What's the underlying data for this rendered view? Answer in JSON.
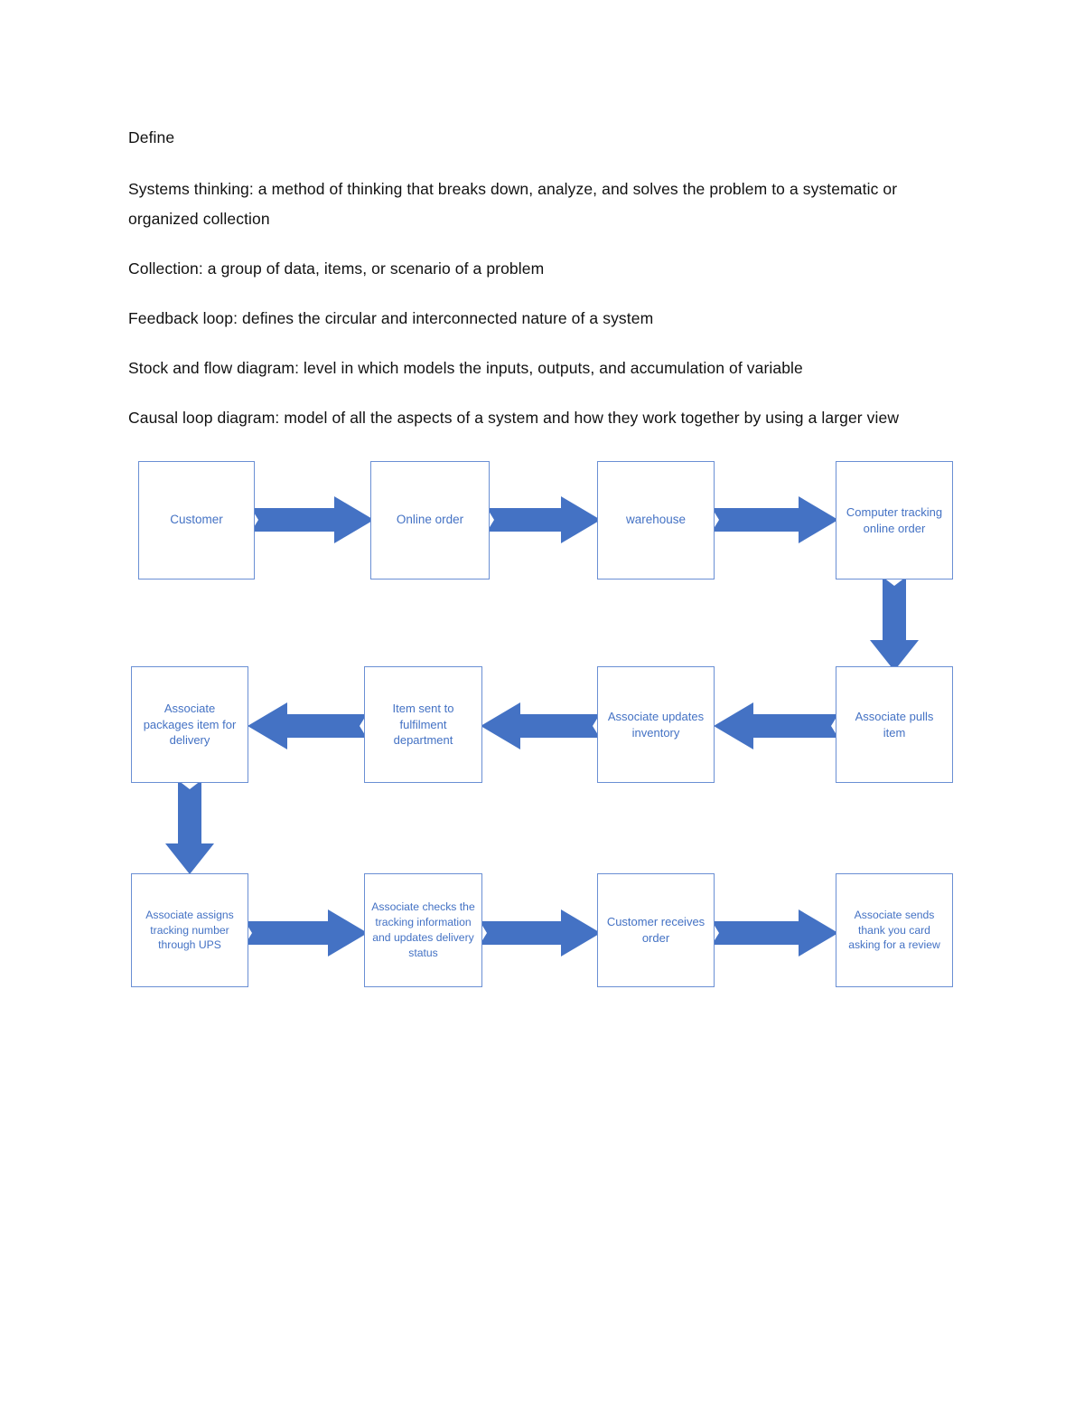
{
  "document": {
    "heading": "Define",
    "paragraphs": [
      "Systems thinking: a method of thinking that breaks down, analyze, and solves the problem to a systematic or organized collection",
      "Collection: a group of data, items, or scenario of a problem",
      "Feedback loop:  defines the circular and interconnected nature of a system",
      "Stock and flow diagram: level in which models the inputs, outputs, and accumulation of variable",
      "Causal loop diagram:  model of all the aspects of a system and how they work together by using a larger view"
    ]
  },
  "colors": {
    "arrow_fill": "#4472C4",
    "box_border": "#6A8FD4",
    "box_text": "#4472C4",
    "body_text": "#111111",
    "page_background": "#ffffff"
  },
  "flowchart": {
    "rows": [
      {
        "direction": "left-to-right",
        "boxes": [
          {
            "label": "Customer"
          },
          {
            "label": "Online order"
          },
          {
            "label": "warehouse"
          },
          {
            "label": "Computer tracking online order"
          }
        ]
      },
      {
        "direction": "right-to-left",
        "boxes": [
          {
            "label": "Associate packages item for delivery"
          },
          {
            "label": "Item sent to fulfilment department"
          },
          {
            "label": "Associate updates inventory"
          },
          {
            "label": "Associate pulls item"
          }
        ]
      },
      {
        "direction": "left-to-right",
        "boxes": [
          {
            "label": "Associate assigns tracking number through UPS"
          },
          {
            "label": "Associate checks the tracking information and updates delivery status"
          },
          {
            "label": "Customer receives order"
          },
          {
            "label": "Associate sends thank you card asking for a review"
          }
        ]
      }
    ],
    "connectors": [
      {
        "name": "arrow-row1-1",
        "direction": "right"
      },
      {
        "name": "arrow-row1-2",
        "direction": "right"
      },
      {
        "name": "arrow-row1-3",
        "direction": "right"
      },
      {
        "name": "arrow-row1-to-row2",
        "direction": "down"
      },
      {
        "name": "arrow-row2-1",
        "direction": "left"
      },
      {
        "name": "arrow-row2-2",
        "direction": "left"
      },
      {
        "name": "arrow-row2-3",
        "direction": "left"
      },
      {
        "name": "arrow-row2-to-row3",
        "direction": "down"
      },
      {
        "name": "arrow-row3-1",
        "direction": "right"
      },
      {
        "name": "arrow-row3-2",
        "direction": "right"
      },
      {
        "name": "arrow-row3-3",
        "direction": "right"
      }
    ]
  }
}
